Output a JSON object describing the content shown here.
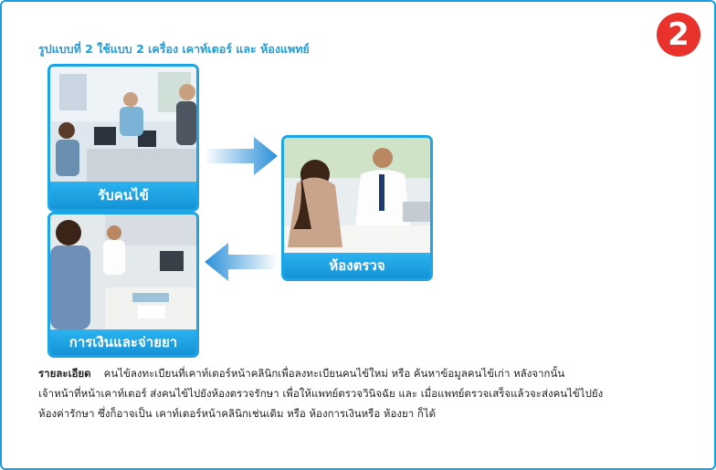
{
  "badge_number": "2",
  "title": "รูปแบบที่ 2  ใช้แบบ  2 เครื่อง  เคาท์เตอร์ และ ห้องแพทย์",
  "cards": {
    "reception": {
      "caption": "รับคนไข้"
    },
    "exam_room": {
      "caption": "ห้องตรวจ"
    },
    "cashier_pharmacy": {
      "caption": "การเงินและจ่ายยา"
    }
  },
  "details": {
    "label": "รายละเอียด",
    "line1": "คนไข้ลงทะเบียนที่เคาท์เตอร์หน้าคลินิกเพื่อลงทะเบียนคนไข้ใหม่ หรือ ค้นหาข้อมูลคนไข้เก่า  หลังจากนั้น",
    "line2": "เจ้าหน้าที่หน้าเคาท์เตอร์ ส่งคนไข้ไปยังห้องตรวจรักษา เพื่อให้แพทย์ตรวจวินิจฉัย  และ เมื่อแพทย์ตรวจเสร็จแล้วจะส่งคนไข้ไปยัง",
    "line3": "ห้องค่ารักษา ซึ่งก็อาจเป็น เคาท์เตอร์หน้าคลินิกเช่นเดิม หรือ ห้องการเงินหรือ ห้องยา ก็ได้"
  },
  "colors": {
    "frame": "#1a9fe0",
    "accent": "#1ea5e6",
    "badge": "#e8322b",
    "arrow": "#2a8fd8"
  }
}
